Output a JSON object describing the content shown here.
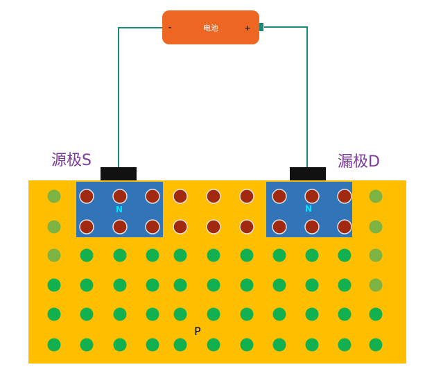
{
  "battery": {
    "label": "电池",
    "negative_sign": "-",
    "positive_sign": "+"
  },
  "source": {
    "label": "源极S"
  },
  "drain": {
    "label": "漏极D"
  },
  "n_region_label": "N",
  "substrate_label": "P",
  "colors": {
    "substrate": "#ffbf00",
    "n_region": "#3274b8",
    "battery": "#ed6622",
    "wire": "#1a8a7a",
    "electrode": "#111111",
    "electron": "#a0290f",
    "hole": "#12b04e",
    "pale_hole": "#7cb342",
    "label_purple": "#7a3b9a"
  }
}
